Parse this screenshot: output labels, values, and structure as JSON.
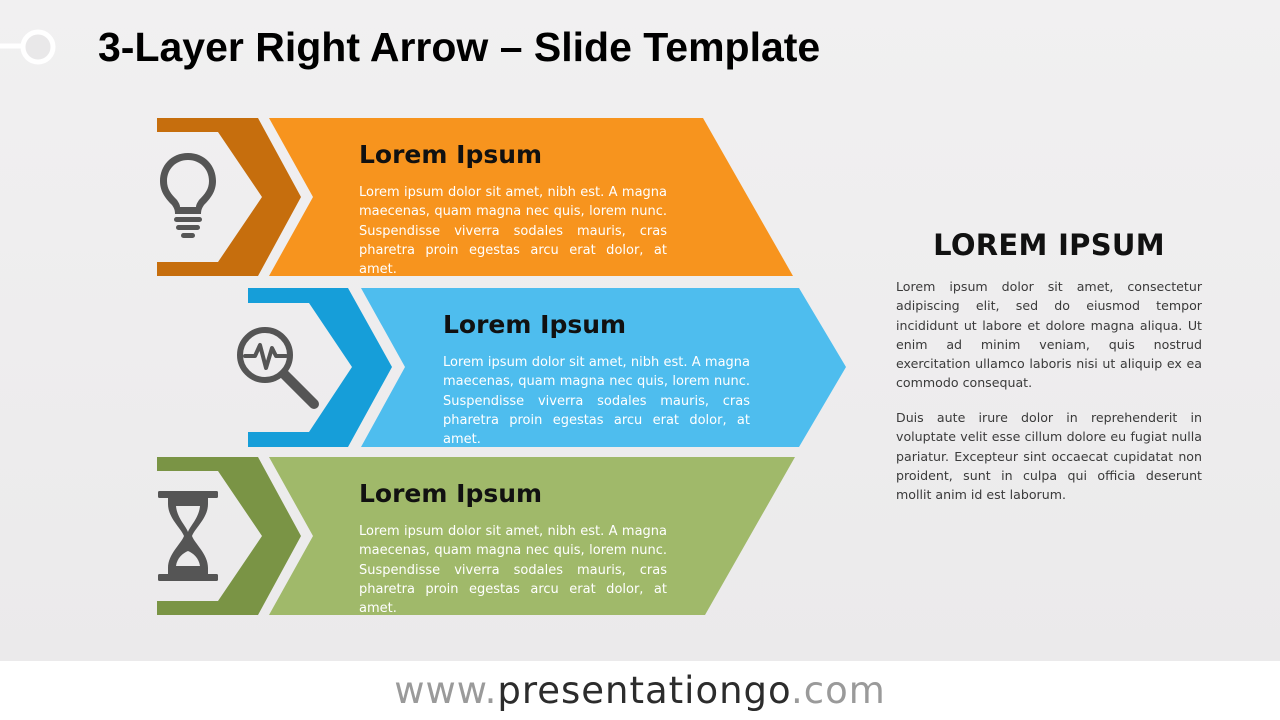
{
  "slide": {
    "title": "3-Layer Right Arrow – Slide Template"
  },
  "layers": [
    {
      "title": "Lorem Ipsum",
      "text": "Lorem ipsum dolor sit amet, nibh est. A magna maecenas, quam magna nec quis, lorem nunc. Suspendisse viverra sodales mauris, cras pharetra proin egestas arcu erat dolor, at amet.",
      "icon": "lightbulb-icon",
      "main_color": "#f7941e",
      "chevron_color": "#c66e0d"
    },
    {
      "title": "Lorem Ipsum",
      "text": "Lorem ipsum dolor sit amet, nibh est. A magna maecenas, quam magna nec quis, lorem nunc. Suspendisse viverra sodales mauris, cras pharetra proin egestas arcu erat dolor, at amet.",
      "icon": "magnifier-pulse-icon",
      "main_color": "#4ebdee",
      "chevron_color": "#169ed9"
    },
    {
      "title": "Lorem Ipsum",
      "text": "Lorem ipsum dolor sit amet, nibh est. A magna maecenas, quam magna nec quis, lorem nunc. Suspendisse viverra sodales mauris, cras pharetra proin egestas arcu erat dolor, at amet.",
      "icon": "hourglass-icon",
      "main_color": "#a0b96a",
      "chevron_color": "#7a9445"
    }
  ],
  "sidebar": {
    "heading": "LOREM IPSUM",
    "paragraphs": [
      "Lorem ipsum dolor sit amet, consectetur adipiscing elit, sed do eiusmod tempor incididunt ut labore et dolore magna aliqua. Ut enim ad minim veniam, quis nostrud exercitation ullamco laboris nisi ut aliquip ex ea commodo consequat.",
      "Duis aute irure dolor in reprehenderit in voluptate velit esse cillum dolore eu fugiat nulla pariatur. Excepteur sint occaecat cupidatat non proident, sunt in culpa qui officia deserunt mollit anim id est laborum."
    ]
  },
  "footer": {
    "prefix": "www.",
    "domain": "presentationgo",
    "suffix": ".com"
  }
}
